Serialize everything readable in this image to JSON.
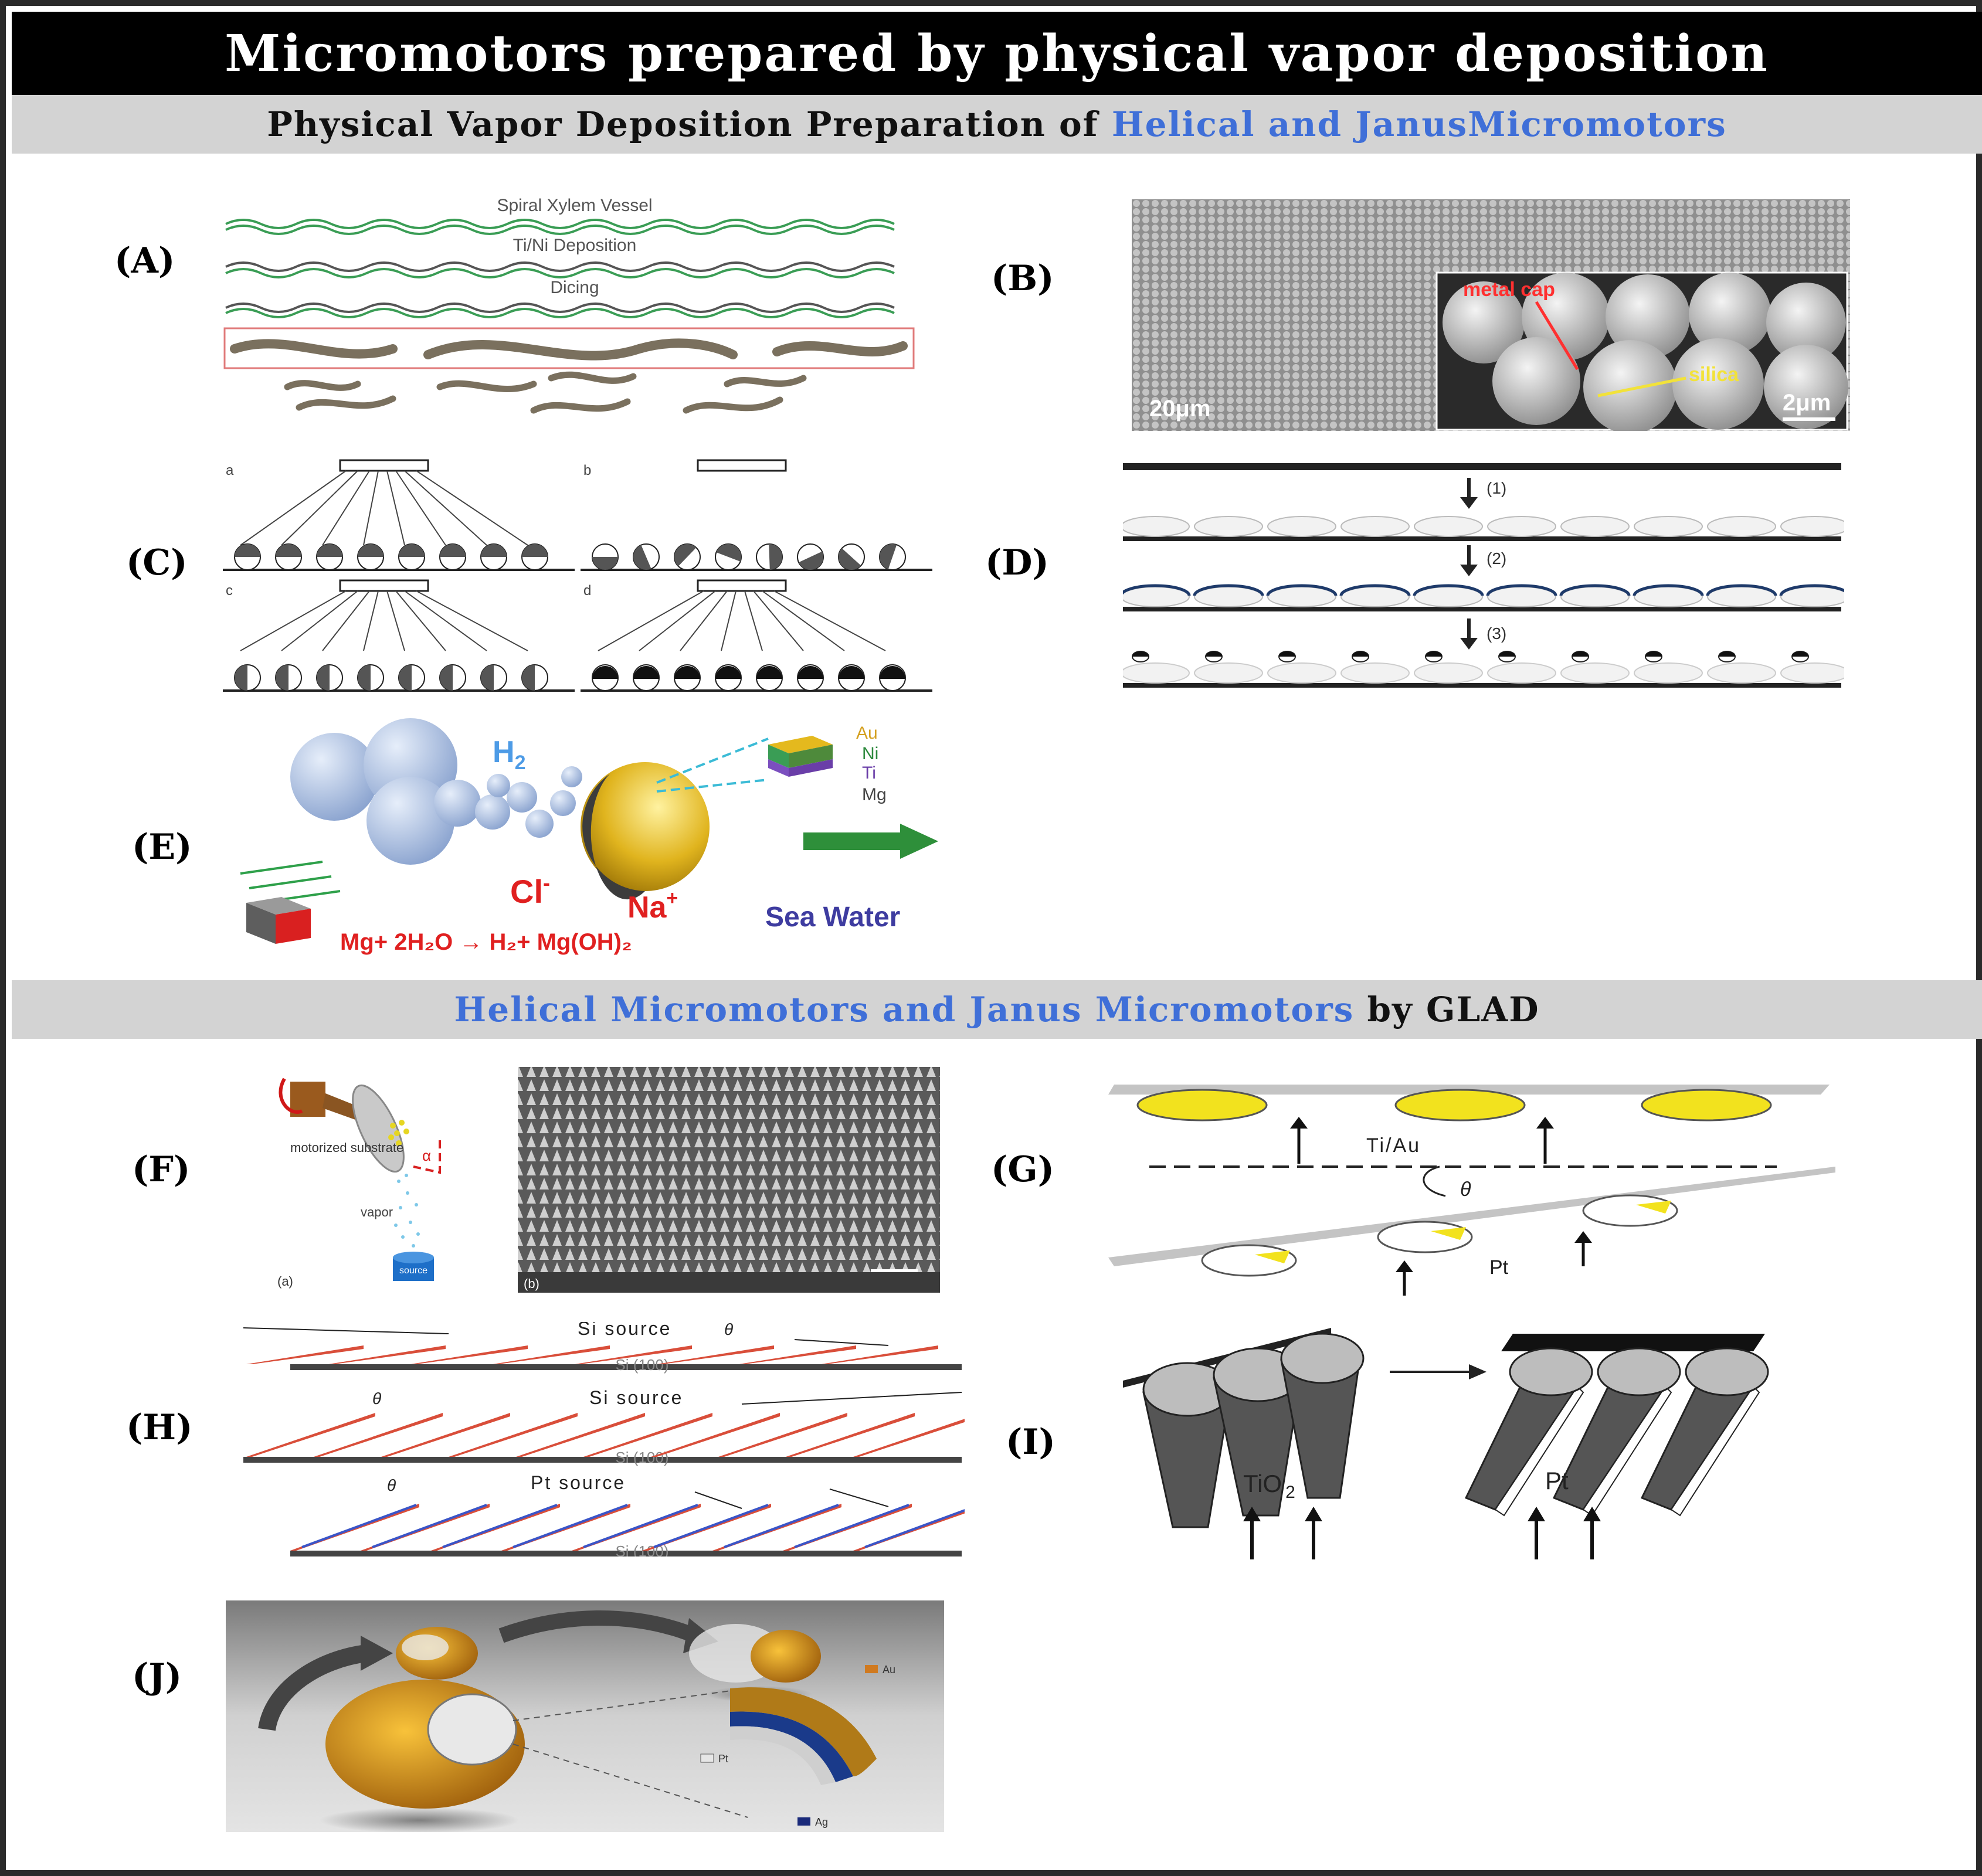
{
  "title": "Micromotors prepared by  physical vapor deposition",
  "section1": {
    "prefix": "Physical Vapor Deposition Preparation of ",
    "highlight": "Helical and JanusMicromotors"
  },
  "section2": {
    "highlight": "Helical Micromotors and Janus Micromotors",
    "suffix": " by GLAD"
  },
  "panels": {
    "A": "(A)",
    "B": "(B)",
    "C": "(C)",
    "D": "(D)",
    "E": "(E)",
    "F": "(F)",
    "G": "(G)",
    "H": "(H)",
    "I": "(I)",
    "J": "(J)"
  },
  "panelA": {
    "step1": "Spiral Xylem Vessel",
    "step2": "Ti/Ni Deposition",
    "step3": "Dicing"
  },
  "panelB": {
    "cap": "metal cap",
    "silica": "silica",
    "scale_main": "20μm",
    "scale_inset": "2μm"
  },
  "panelC": {
    "a": "a",
    "b": "b",
    "c": "c",
    "d": "d"
  },
  "panelD": {
    "s1": "(1)",
    "s2": "(2)",
    "s3": "(3)"
  },
  "panelE": {
    "h2": "H",
    "h2sub": "2",
    "au": "Au",
    "ni": "Ni",
    "ti": "Ti",
    "mg": "Mg",
    "cl": "Cl",
    "clsup": "-",
    "na": "Na",
    "nasup": "+",
    "sea": "Sea Water",
    "eq": "Mg+ 2H₂O → H₂+ Mg(OH)₂"
  },
  "panelF": {
    "substrate": "motorized substrate",
    "vapor": "vapor",
    "source": "source",
    "alpha": "α",
    "a": "(a)",
    "b": "(b)"
  },
  "panelG": {
    "tiau": "Ti/Au",
    "theta": "θ",
    "pt": "Pt"
  },
  "panelH": {
    "si_source": "Si source",
    "pt_source": "Pt source",
    "substrate": "Si (100)",
    "theta": "θ"
  },
  "panelI": {
    "tio2": "TiO",
    "tio2sub": "2",
    "pt": "Pt"
  },
  "panelJ": {
    "au": "Au",
    "pt": "Pt",
    "ag": "Ag"
  },
  "colors": {
    "blue_text": "#3f6fd8",
    "red_text": "#e02020",
    "header_bg": "#000000",
    "section_bg": "#d3d3d3"
  }
}
